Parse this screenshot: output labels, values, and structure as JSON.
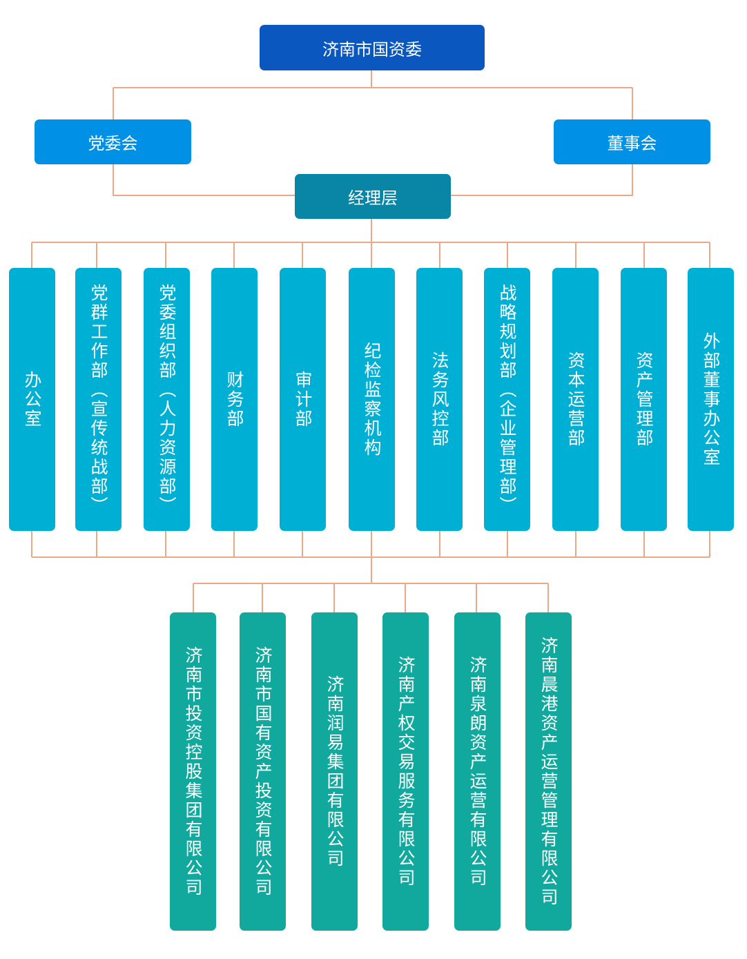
{
  "top": "济南市国资委",
  "party_committee": "党委会",
  "board": "董事会",
  "management": "经理层",
  "departments": [
    "办公室",
    "党群工作部（宣传统战部）",
    "党委组织部（人力资源部）",
    "财务部",
    "审计部",
    "纪检监察机构",
    "法务风控部",
    "战略规划部（企业管理部）",
    "资本运营部",
    "资产管理部",
    "外部董事办公室"
  ],
  "subsidiaries": [
    "济南市投资控股集团有限公司",
    "济南市国有资产投资有限公司",
    "济南润易集团有限公司",
    "济南产权交易服务有限公司",
    "济南泉朗资产运营有限公司",
    "济南晨港资产运营管理有限公司"
  ],
  "colors": {
    "top": "#0a57c0",
    "level2": "#0091e6",
    "management": "#0986a5",
    "department": "#00b0d4",
    "subsidiary": "#11a89e",
    "connector": "#eba889"
  }
}
